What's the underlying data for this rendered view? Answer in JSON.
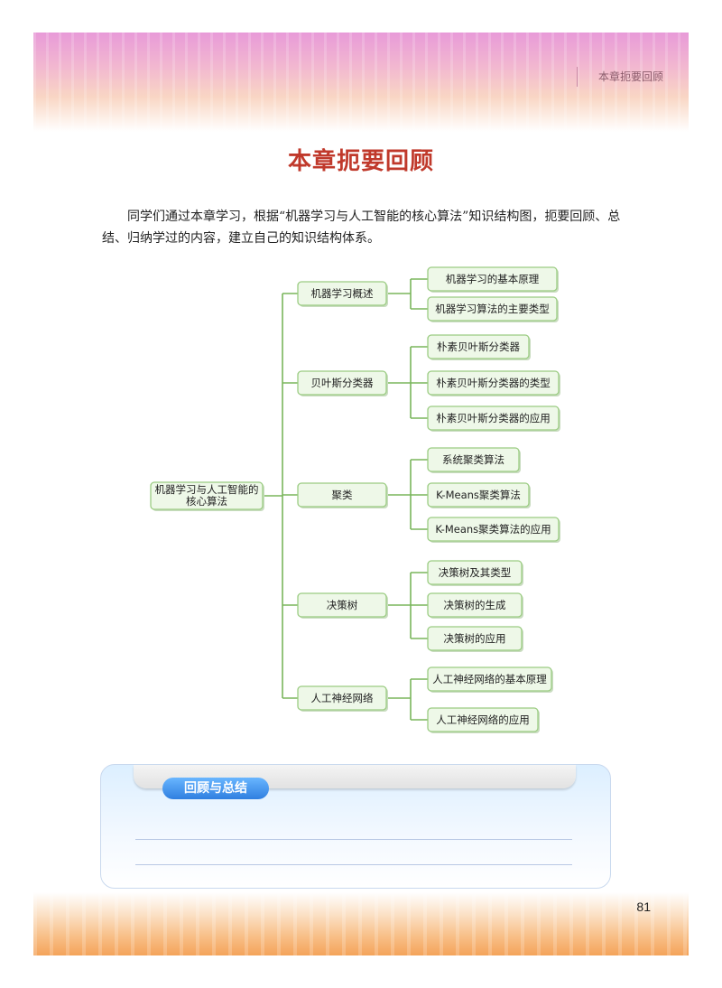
{
  "header": {
    "section_label": "本章扼要回顾"
  },
  "title": "本章扼要回顾",
  "intro": "同学们通过本章学习，根据“机器学习与人工智能的核心算法”知识结构图，扼要回顾、总结、归纳学过的内容，建立自己的知识结构体系。",
  "mindmap": {
    "root": {
      "line1": "机器学习与人工智能的",
      "line2": "核心算法"
    },
    "branches": [
      {
        "label": "机器学习概述",
        "children": [
          "机器学习的基本原理",
          "机器学习算法的主要类型"
        ]
      },
      {
        "label": "贝叶斯分类器",
        "children": [
          "朴素贝叶斯分类器",
          "朴素贝叶斯分类器的类型",
          "朴素贝叶斯分类器的应用"
        ]
      },
      {
        "label": "聚类",
        "children": [
          "系统聚类算法",
          "K-Means聚类算法",
          "K-Means聚类算法的应用"
        ]
      },
      {
        "label": "决策树",
        "children": [
          "决策树及其类型",
          "决策树的生成",
          "决策树的应用"
        ]
      },
      {
        "label": "人工神经网络",
        "children": [
          "人工神经网络的基本原理",
          "人工神经网络的应用"
        ]
      }
    ]
  },
  "review": {
    "badge": "回顾与总结"
  },
  "page_number": "81",
  "colors": {
    "title": "#c0392b",
    "node_fill": "#eef8e8",
    "node_border": "#9bcc82",
    "connector": "#7ab55c",
    "badge": "#2f7fe0"
  }
}
